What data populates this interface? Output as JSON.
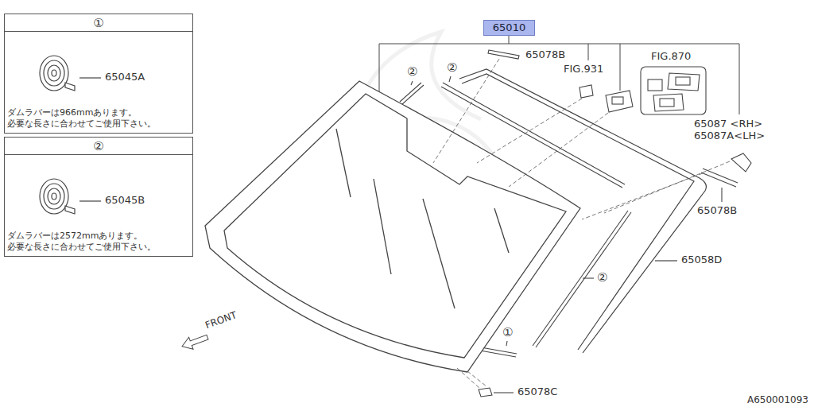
{
  "diagram": {
    "nodes": [
      {
        "text": [
          "①",
          "65045A",
          "ダムラバーは966mmあります。 必要な長さに合わせてご使用下さい。"
        ]
      },
      {
        "text": [
          "②",
          "65045B",
          "ダムラバーは2572mmあります。 必要な長さに合わせてご使用下さい。"
        ]
      },
      {
        "text": [
          "65010"
        ]
      }
    ],
    "labels": [
      "65078B",
      "FIG.931",
      "FIG.870",
      "65087 <RH>",
      "65087A<LH>",
      "65078B",
      "②",
      "②",
      "65058D",
      "②",
      "①",
      "65078C",
      "FRONT",
      "A650001093"
    ]
  }
}
